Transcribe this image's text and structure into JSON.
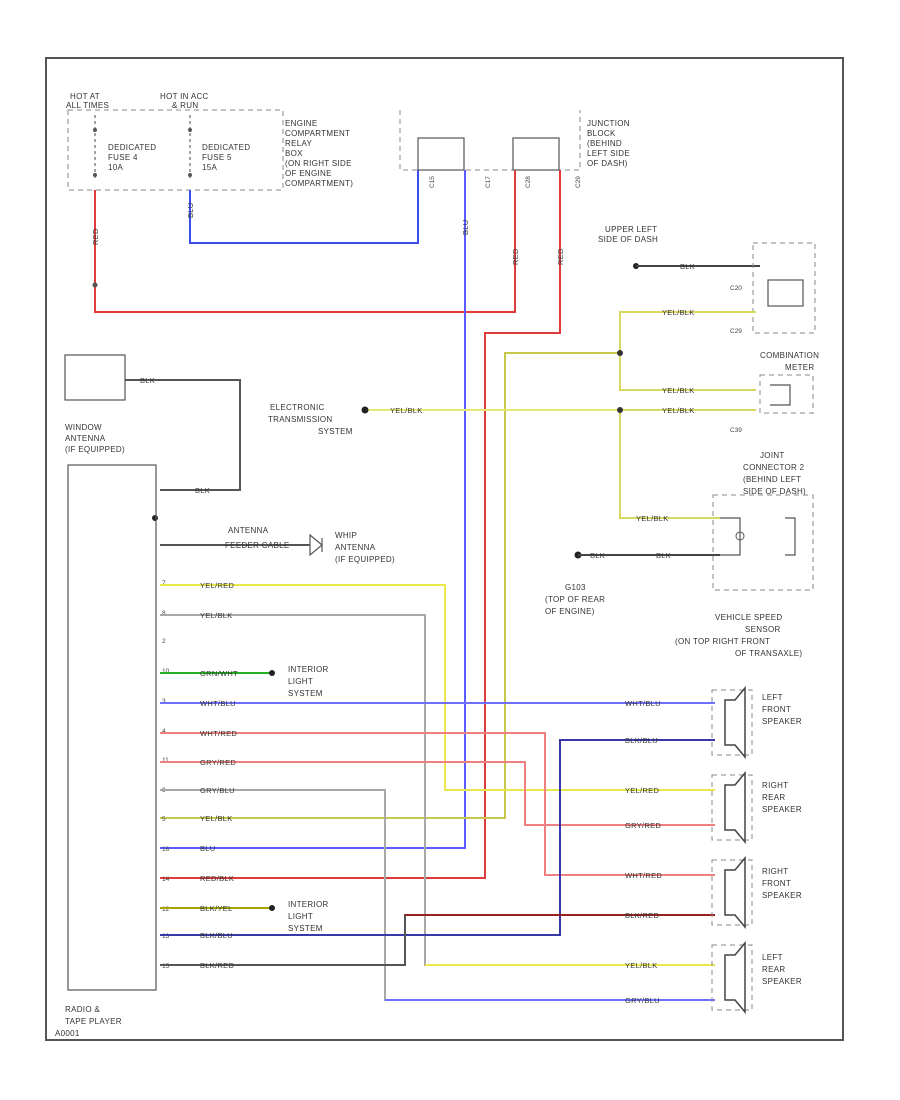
{
  "power": {
    "hot_all_times": [
      "HOT AT",
      "ALL TIMES"
    ],
    "hot_acc_run": [
      "HOT IN ACC",
      "& RUN"
    ],
    "fuse4": [
      "DEDICATED",
      "FUSE 4",
      "10A"
    ],
    "fuse5": [
      "DEDICATED",
      "FUSE 5",
      "15A"
    ],
    "relay_box": [
      "ENGINE",
      "COMPARTMENT",
      "RELAY",
      "BOX",
      "(ON RIGHT SIDE",
      "OF ENGINE",
      "COMPARTMENT)"
    ],
    "junction_block": [
      "JUNCTION",
      "BLOCK",
      "(BEHIND",
      "LEFT SIDE",
      "OF DASH)"
    ]
  },
  "connectors": {
    "c15": "C15",
    "c17": "C17",
    "c28": "C28",
    "c29": "C29",
    "c20": "C20",
    "c29b": "C29",
    "c39": "C39"
  },
  "ground_upper": {
    "label": [
      "UPPER LEFT",
      "SIDE OF DASH"
    ],
    "wire": "BLK"
  },
  "combination_meter": [
    "COMBINATION",
    "METER"
  ],
  "joint_connector": [
    "JOINT",
    "CONNECTOR 2",
    "(BEHIND LEFT",
    "SIDE OF DASH)"
  ],
  "ets": [
    "ELECTRONIC",
    "TRANSMISSION",
    "SYSTEM"
  ],
  "window_antenna": [
    "WINDOW",
    "ANTENNA",
    "(IF EQUIPPED)"
  ],
  "whip_antenna": [
    "WHIP",
    "ANTENNA",
    "(IF EQUIPPED)"
  ],
  "antenna_feeder": [
    "ANTENNA",
    "FEEDER CABLE"
  ],
  "ground_g103": [
    "G103",
    "(TOP OF REAR",
    "OF ENGINE)"
  ],
  "vss": [
    "VEHICLE SPEED",
    "SENSOR",
    "(ON TOP RIGHT FRONT",
    "OF TRANSAXLE)"
  ],
  "interior_light1": [
    "INTERIOR",
    "LIGHT",
    "SYSTEM"
  ],
  "interior_light2": [
    "INTERIOR",
    "LIGHT",
    "SYSTEM"
  ],
  "radio": [
    "RADIO &",
    "TAPE PLAYER",
    "A0001"
  ],
  "speakers": {
    "lf": [
      "LEFT",
      "FRONT",
      "SPEAKER"
    ],
    "rr": [
      "RIGHT",
      "REAR",
      "SPEAKER"
    ],
    "rf": [
      "RIGHT",
      "FRONT",
      "SPEAKER"
    ],
    "lr": [
      "LEFT",
      "REAR",
      "SPEAKER"
    ]
  },
  "wires": {
    "red1": "RED",
    "red2": "RED",
    "blue_fuse": "BLU",
    "c17_wire": "BLU",
    "c28_wire": "RED",
    "c29_wire": "RED",
    "ant_blk": "BLK",
    "ant_blk2": "BLK",
    "ylw_blk_top": "YEL/BLK",
    "ylw_blk_c20": "YEL/BLK",
    "ylw_blk_c39": "YEL/BLK",
    "ets": "YEL/BLK",
    "jc": "YEL/BLK",
    "blk1": "BLK",
    "blk2": "BLK",
    "pin7": "YEL/RED",
    "pin8": "YEL/BLK",
    "pin10": "GRN/WHT",
    "pin3": "WHT/BLU",
    "pin4": "WHT/RED",
    "pin11": "GRY/RED",
    "pin9": "GRY/BLU",
    "pin5": "YEL/BLK",
    "pin16": "BLU",
    "pin14": "RED/BLK",
    "pin12": "BLK/YEL",
    "pin13": "BLK/BLU",
    "pin15": "BLK/RED",
    "lf1": "WHT/BLU",
    "lf2": "BLK/BLU",
    "rr1": "YEL/RED",
    "rr2": "GRY/RED",
    "rf1": "WHT/RED",
    "rf2": "BLK/RED",
    "lr1": "YEL/BLK",
    "lr2": "GRY/BLU"
  },
  "pins": {
    "p7": "7",
    "p8": "8",
    "p2": "2",
    "p10": "10",
    "p3": "3",
    "p4": "4",
    "p11": "11",
    "p9": "9",
    "p5": "5",
    "p16": "16",
    "p14": "14",
    "p12": "12",
    "p13": "13",
    "p15": "15"
  },
  "colors": {
    "red": "#e03a3a",
    "blue": "#2f3de8",
    "yellow": "#e8e84a",
    "grey": "#a0a0a0",
    "dark": "#555555",
    "green": "#20b020",
    "navy": "#1c1c8c",
    "darkred": "#9a1f1f",
    "pink": "#e86b6b",
    "ltblue": "#6f6fff",
    "olive": "#bcbc3a"
  }
}
